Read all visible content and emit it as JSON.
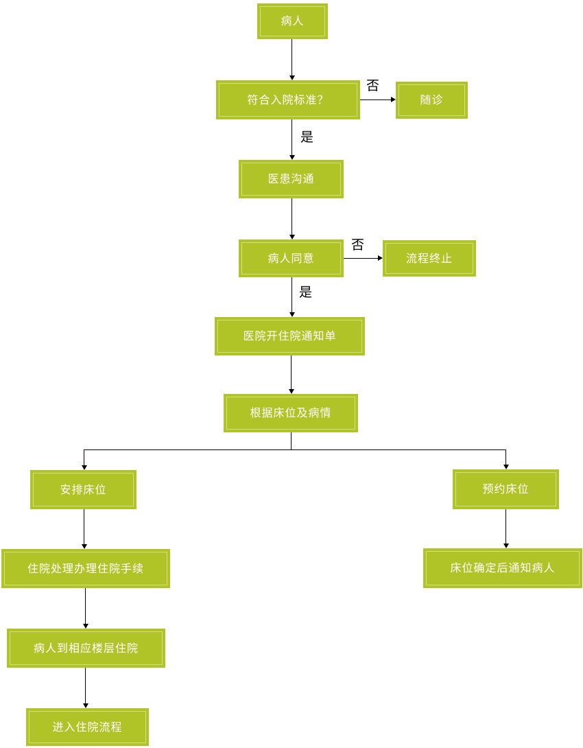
{
  "diagram": {
    "type": "flowchart",
    "colors": {
      "node_fill": "#b1c427",
      "node_inner_border": "#d0dc8e",
      "node_text": "#ffffff",
      "connector": "#000000",
      "background": "#ffffff"
    },
    "decision_labels": {
      "yes": "是",
      "no": "否"
    },
    "nodes": [
      {
        "id": "patient",
        "label": "病人"
      },
      {
        "id": "criteria",
        "label": "符合入院标准？"
      },
      {
        "id": "followup",
        "label": "随诊"
      },
      {
        "id": "communication",
        "label": "医患沟通"
      },
      {
        "id": "agree",
        "label": "病人同意"
      },
      {
        "id": "terminate",
        "label": "流程终止"
      },
      {
        "id": "notice",
        "label": "医院开住院通知单"
      },
      {
        "id": "bed_condition",
        "label": "根据床位及病情"
      },
      {
        "id": "arrange_bed",
        "label": "安排床位"
      },
      {
        "id": "reserve_bed",
        "label": "预约床位"
      },
      {
        "id": "procedures",
        "label": "住院处理办理住院手续"
      },
      {
        "id": "notify_patient",
        "label": "床位确定后通知病人"
      },
      {
        "id": "floor",
        "label": "病人到相应楼层住院"
      },
      {
        "id": "enter_process",
        "label": "进入住院流程"
      }
    ],
    "edges": [
      {
        "from": "patient",
        "to": "criteria",
        "label": ""
      },
      {
        "from": "criteria",
        "to": "followup",
        "label": "否"
      },
      {
        "from": "criteria",
        "to": "communication",
        "label": "是"
      },
      {
        "from": "communication",
        "to": "agree",
        "label": ""
      },
      {
        "from": "agree",
        "to": "terminate",
        "label": "否"
      },
      {
        "from": "agree",
        "to": "notice",
        "label": "是"
      },
      {
        "from": "notice",
        "to": "bed_condition",
        "label": ""
      },
      {
        "from": "bed_condition",
        "to": "arrange_bed",
        "label": ""
      },
      {
        "from": "bed_condition",
        "to": "reserve_bed",
        "label": ""
      },
      {
        "from": "arrange_bed",
        "to": "procedures",
        "label": ""
      },
      {
        "from": "reserve_bed",
        "to": "notify_patient",
        "label": ""
      },
      {
        "from": "procedures",
        "to": "floor",
        "label": ""
      },
      {
        "from": "floor",
        "to": "enter_process",
        "label": ""
      }
    ]
  }
}
